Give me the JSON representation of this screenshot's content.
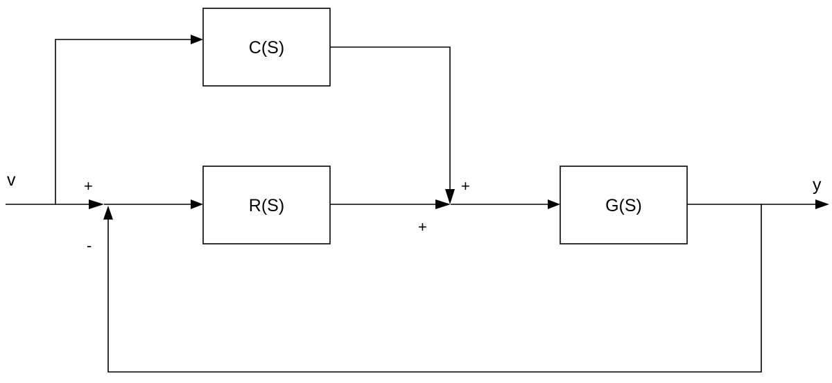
{
  "blocks": {
    "c": "C(S)",
    "r": "R(S)",
    "g": "G(S)"
  },
  "signals": {
    "input": "v",
    "output": "y"
  },
  "junction1": {
    "input_sign": "+",
    "feedback_sign": "-"
  },
  "junction2": {
    "feedforward_sign": "+",
    "main_sign": "+"
  },
  "colors": {
    "stroke": "#000000",
    "background": "#ffffff"
  }
}
